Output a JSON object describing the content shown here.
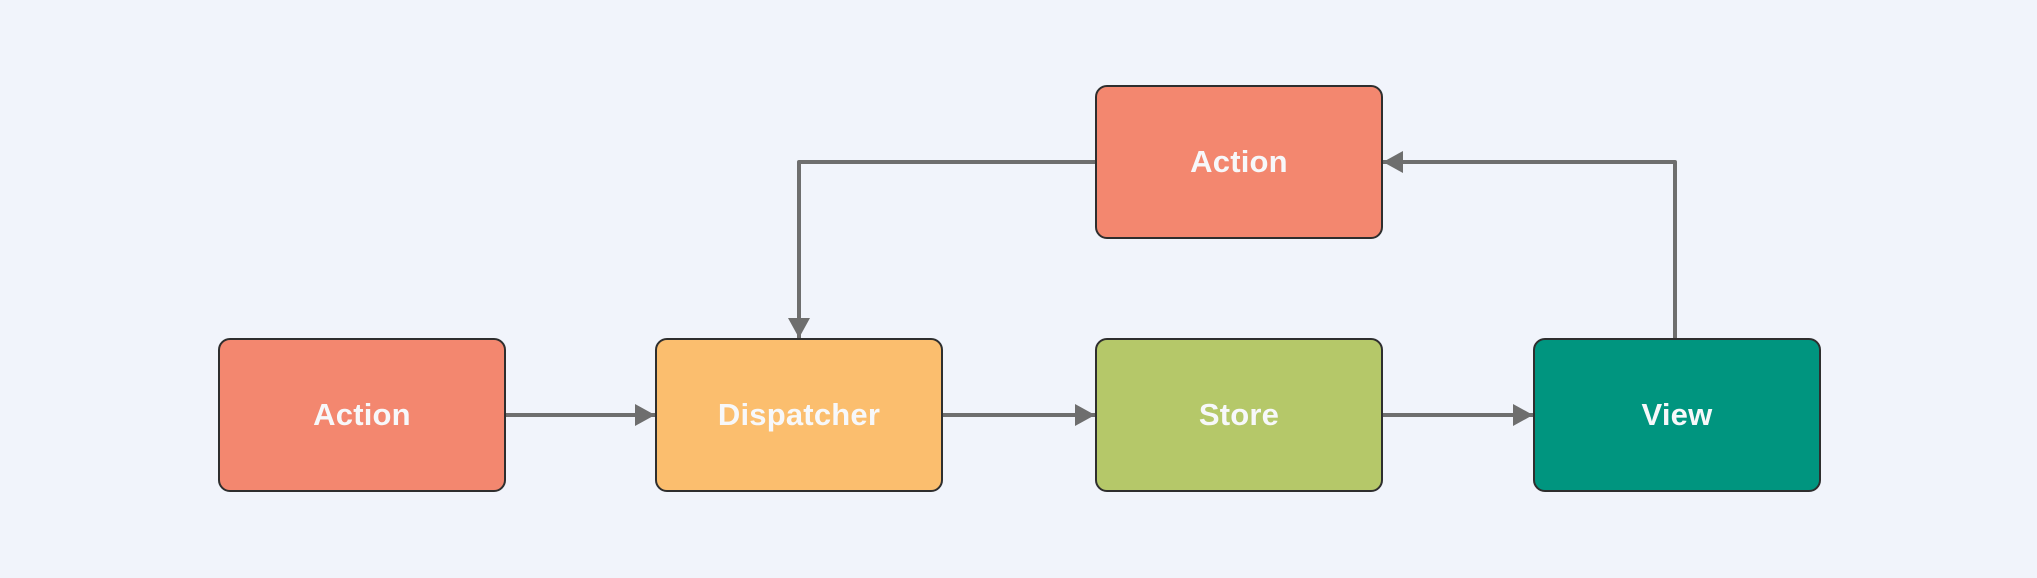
{
  "diagram": {
    "theme": {
      "background": "#F1F4FB",
      "connector": "#6E6E6E",
      "node_border": "#2E2E2E",
      "node_text": "#F7F8FA"
    },
    "nodes": [
      {
        "id": "action-top",
        "label": "Action",
        "color": "#F3876F"
      },
      {
        "id": "action-left",
        "label": "Action",
        "color": "#F3876F"
      },
      {
        "id": "dispatcher",
        "label": "Dispatcher",
        "color": "#FBBE6E"
      },
      {
        "id": "store",
        "label": "Store",
        "color": "#B5C869"
      },
      {
        "id": "view",
        "label": "View",
        "color": "#00957F"
      }
    ],
    "edges": [
      {
        "from": "action-left",
        "to": "dispatcher"
      },
      {
        "from": "dispatcher",
        "to": "store"
      },
      {
        "from": "store",
        "to": "view"
      },
      {
        "from": "view",
        "to": "action-top"
      },
      {
        "from": "action-top",
        "to": "dispatcher"
      }
    ]
  }
}
